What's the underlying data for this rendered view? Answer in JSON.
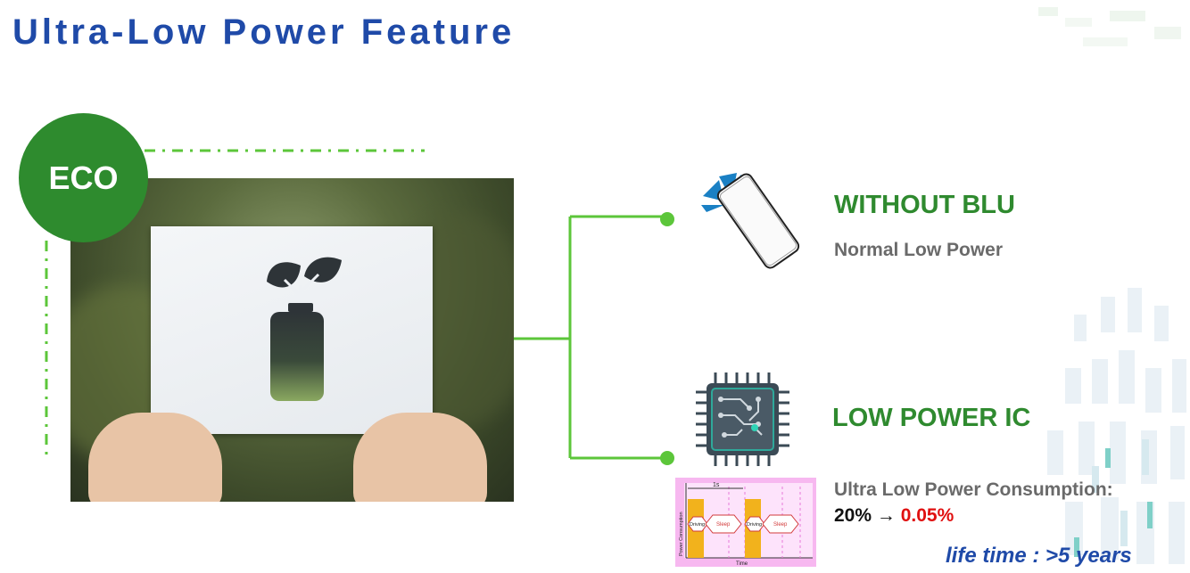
{
  "title": "Ultra-Low Power Feature",
  "eco_label": "ECO",
  "features": [
    {
      "heading": "WITHOUT BLU",
      "subtitle": "Normal Low Power"
    },
    {
      "heading": "LOW POWER IC",
      "subtitle": "Ultra Low Power Consumption:"
    }
  ],
  "consumption": {
    "from": "20%",
    "arrow": "→",
    "to": "0.05%"
  },
  "life_time": "life time : >5 years",
  "mini_chart": {
    "period_label": "1s",
    "y_label": "Power Consumption",
    "x_label": "Time",
    "phases": [
      "Driving",
      "Sleep",
      "Driving",
      "Sleep"
    ]
  },
  "colors": {
    "title": "#1f4aa8",
    "accent_green": "#2f8a2f",
    "connector_green": "#5cc63a",
    "eco_circle": "#2e8b2e",
    "highlight_red": "#e01010"
  }
}
